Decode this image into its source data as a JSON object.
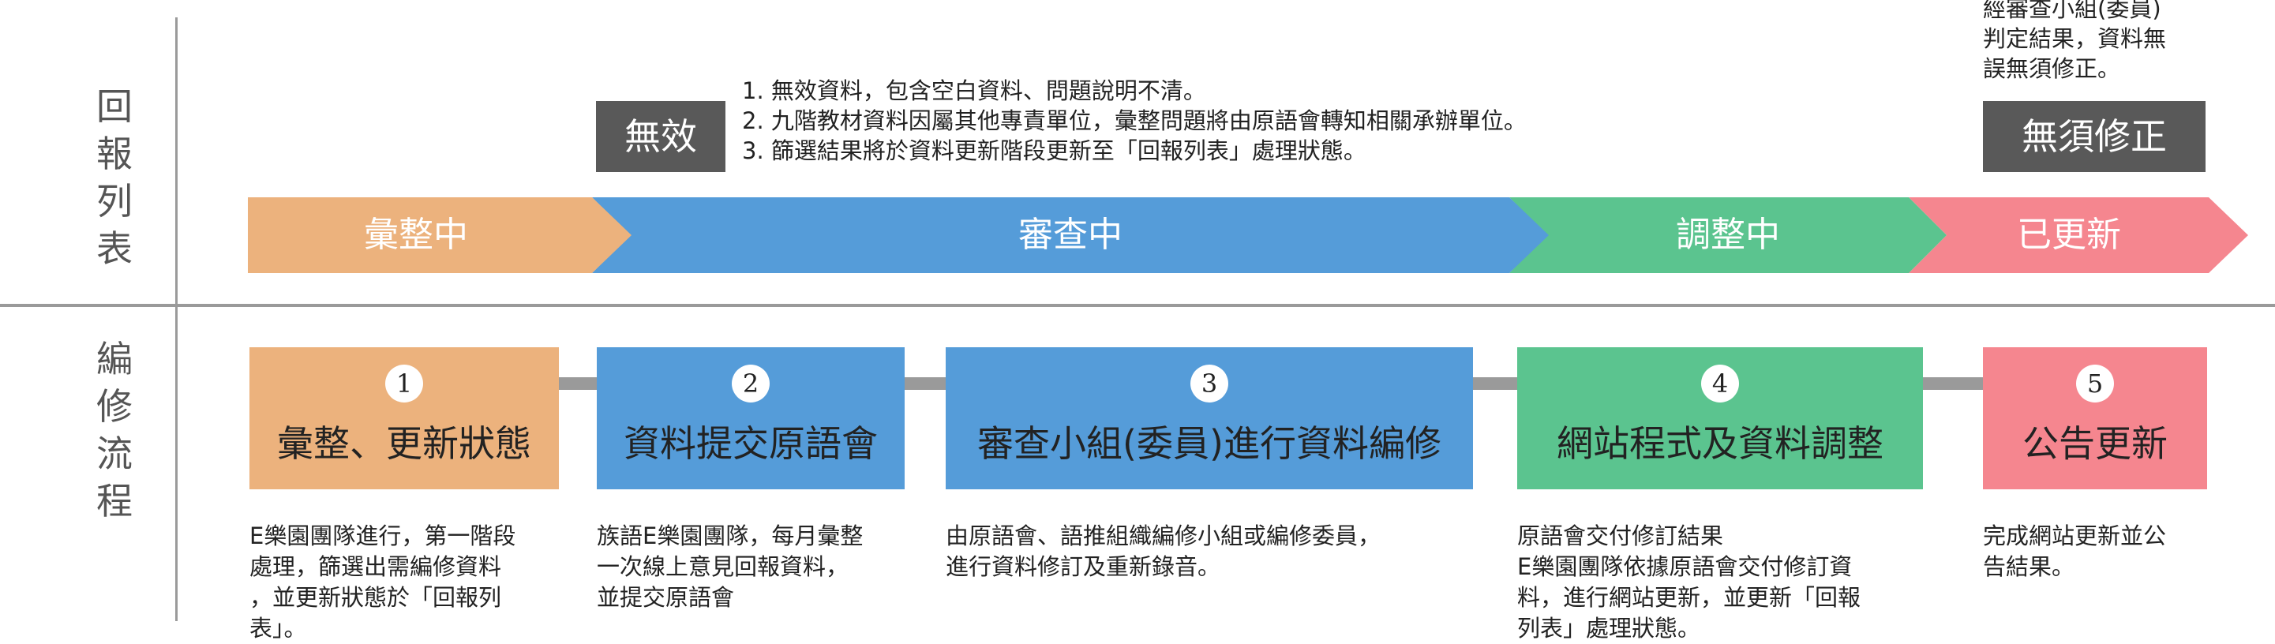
{
  "row_labels": {
    "top": [
      "回",
      "報",
      "列",
      "表"
    ],
    "bottom": [
      "編",
      "修",
      "流",
      "程"
    ]
  },
  "colors": {
    "orange": "#ECB27D",
    "blue": "#559CD9",
    "green": "#5BC48F",
    "pink": "#F5868F",
    "gray_tag": "#595959",
    "divider": "#9A9A9A"
  },
  "stages": [
    {
      "label": "彙整中",
      "color": "#ECB27D"
    },
    {
      "label": "審查中",
      "color": "#559CD9"
    },
    {
      "label": "調整中",
      "color": "#5BC48F"
    },
    {
      "label": "已更新",
      "color": "#F5868F"
    }
  ],
  "invalid": {
    "tag": "無效",
    "notes": [
      "1. 無效資料，包含空白資料、問題說明不清。",
      "2. 九階教材資料因屬其他專責單位，彙整問題將由原語會轉知相關承辦單位。",
      "3. 篩選結果將於資料更新階段更新至「回報列表」處理狀態。"
    ]
  },
  "no_revision": {
    "tag": "無須修正",
    "notes": [
      "經審查小組(委員)",
      "判定結果，資料無",
      "誤無須修正。"
    ]
  },
  "steps": [
    {
      "num": "1",
      "title": "彙整、更新狀態",
      "color": "#ECB27D",
      "desc": [
        "E樂園團隊進行，第一階段",
        "處理，篩選出需編修資料",
        "，並更新狀態於「回報列",
        "表」。"
      ]
    },
    {
      "num": "2",
      "title": "資料提交原語會",
      "color": "#559CD9",
      "desc": [
        "族語E樂園團隊，每月彙整",
        "一次線上意見回報資料，",
        "並提交原語會"
      ]
    },
    {
      "num": "3",
      "title": "審查小組(委員)進行資料編修",
      "color": "#559CD9",
      "desc": [
        "由原語會、語推組織編修小組或編修委員，",
        "進行資料修訂及重新錄音。"
      ]
    },
    {
      "num": "4",
      "title": "網站程式及資料調整",
      "color": "#5BC48F",
      "desc": [
        "原語會交付修訂結果",
        "E樂園團隊依據原語會交付修訂資",
        "料，進行網站更新，並更新「回報",
        "列表」處理狀態。"
      ]
    },
    {
      "num": "5",
      "title": "公告更新",
      "color": "#F5868F",
      "desc": [
        "完成網站更新並公",
        "告結果。"
      ]
    }
  ]
}
